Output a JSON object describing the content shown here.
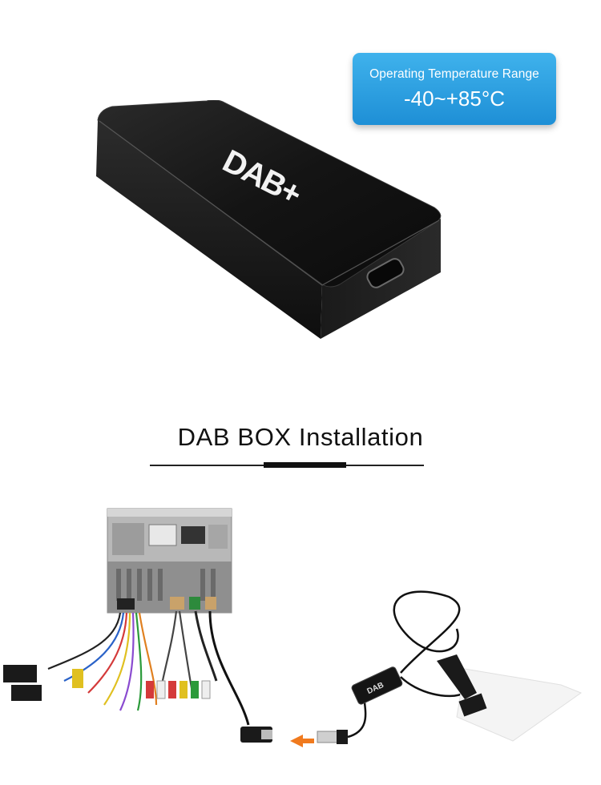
{
  "temperature": {
    "label": "Operating Temperature Range",
    "value": "-40~+85°C"
  },
  "device": {
    "logo_text": "DAB+"
  },
  "section": {
    "title": "DAB BOX Installation"
  },
  "colors": {
    "badge_top": "#3fb2ec",
    "badge_bottom": "#1e8fd6",
    "device_body": "#1c1c1c",
    "arrow": "#f07a1e"
  }
}
